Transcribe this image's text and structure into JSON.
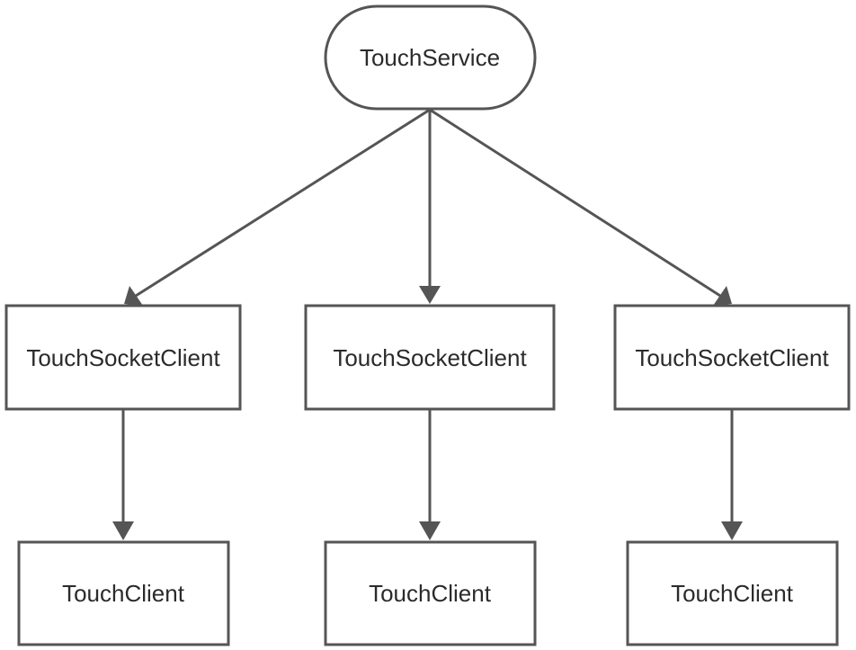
{
  "diagram": {
    "root": {
      "label": "TouchService"
    },
    "socket_clients": [
      {
        "label": "TouchSocketClient"
      },
      {
        "label": "TouchSocketClient"
      },
      {
        "label": "TouchSocketClient"
      }
    ],
    "clients": [
      {
        "label": "TouchClient"
      },
      {
        "label": "TouchClient"
      },
      {
        "label": "TouchClient"
      }
    ],
    "edges": [
      {
        "from": "root",
        "to": "socket_clients.0"
      },
      {
        "from": "root",
        "to": "socket_clients.1"
      },
      {
        "from": "root",
        "to": "socket_clients.2"
      },
      {
        "from": "socket_clients.0",
        "to": "clients.0"
      },
      {
        "from": "socket_clients.1",
        "to": "clients.1"
      },
      {
        "from": "socket_clients.2",
        "to": "clients.2"
      }
    ]
  },
  "colors": {
    "stroke": "#555555",
    "text": "#2b2b2b",
    "background": "#ffffff"
  }
}
